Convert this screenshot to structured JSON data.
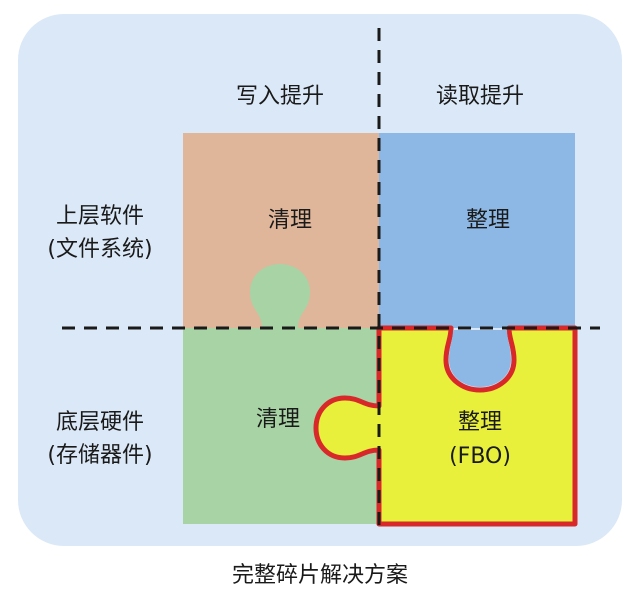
{
  "columns": {
    "write": "写入提升",
    "read": "读取提升"
  },
  "rows": {
    "upper": {
      "line1": "上层软件",
      "line2": "(文件系统)"
    },
    "lower": {
      "line1": "底层硬件",
      "line2": "(存储器件)"
    }
  },
  "pieces": {
    "top_left": {
      "label": "清理",
      "color": "#dfb69a"
    },
    "top_right": {
      "label": "整理",
      "color": "#8db8e6"
    },
    "bottom_left": {
      "label": "清理",
      "color": "#a8d3a4"
    },
    "bottom_right": {
      "line1": "整理",
      "line2": "(FBO)",
      "color": "#e8f03c",
      "border": "#d8282a"
    }
  },
  "caption": "完整碎片解决方案",
  "colors": {
    "panel": "#dbe8f7",
    "divider": "#1a1a1a"
  }
}
